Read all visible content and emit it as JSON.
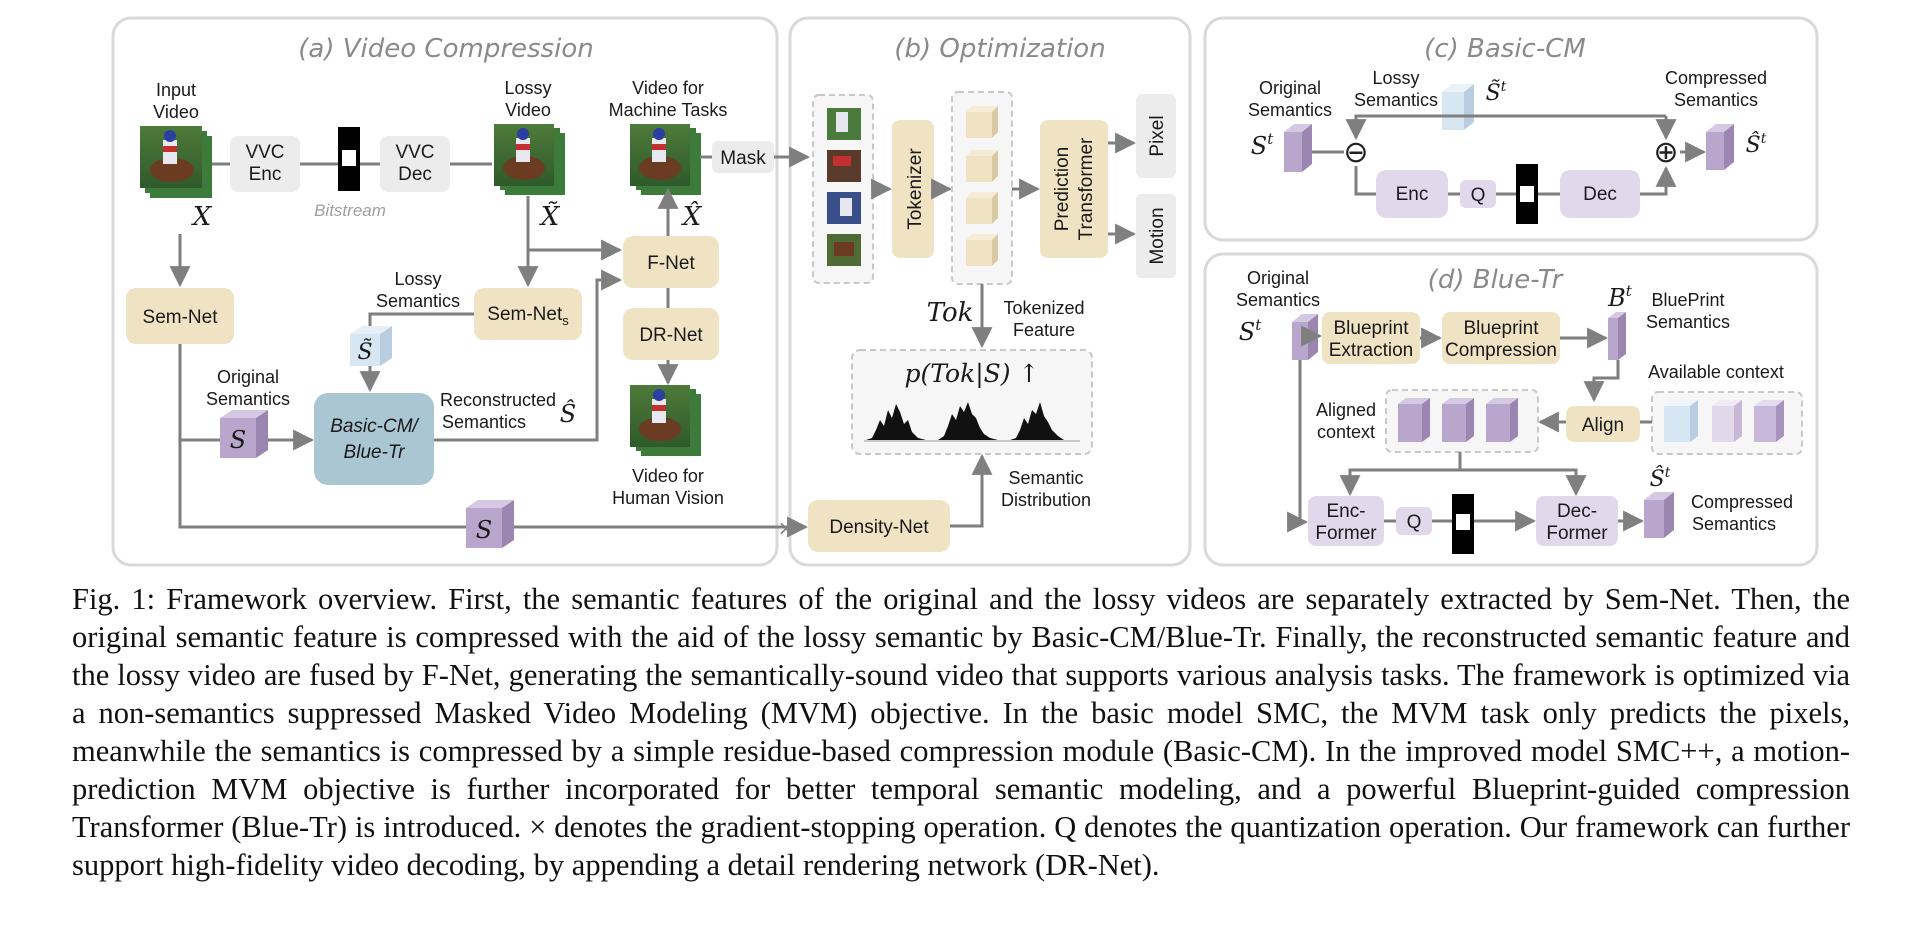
{
  "panels": {
    "a": {
      "title": "(a) Video Compression"
    },
    "b": {
      "title": "(b) Optimization"
    },
    "c": {
      "title": "(c) Basic-CM"
    },
    "d": {
      "title": "(d) Blue-Tr"
    }
  },
  "a": {
    "input_video": [
      "Input",
      "Video"
    ],
    "x": "X",
    "vvc_enc": [
      "VVC",
      "Enc"
    ],
    "vvc_dec": [
      "VVC",
      "Dec"
    ],
    "bitstream": "Bitstream",
    "lossy_video": [
      "Lossy",
      "Video"
    ],
    "x_tilde": "X̃",
    "video_machine": [
      "Video for",
      "Machine Tasks"
    ],
    "x_hat": "X̂",
    "mask": "Mask",
    "sem_net": "Sem-Net",
    "lossy_semantics": [
      "Lossy",
      "Semantics"
    ],
    "sem_net_s": "Sem-Net",
    "sem_net_s_sub": "s",
    "s_tilde": "S̃",
    "f_net": "F-Net",
    "dr_net": "DR-Net",
    "original_semantics": [
      "Original",
      "Semantics"
    ],
    "s": "S",
    "basic_cm": [
      "Basic-CM/",
      "Blue-Tr"
    ],
    "reconstructed_semantics": [
      "Reconstructed",
      "Semantics"
    ],
    "s_hat": "Ŝ",
    "video_human": [
      "Video for",
      "Human Vision"
    ],
    "s_bottom": "S",
    "density_net": "Density-Net",
    "cross": "×"
  },
  "b": {
    "tokenizer": "Tokenizer",
    "prediction_transformer": [
      "Prediction",
      "Transformer"
    ],
    "pixel": "Pixel",
    "motion": "Motion",
    "tok": "Tok",
    "tokenized_feature": [
      "Tokenized",
      "Feature"
    ],
    "prob": "p(Tok|S) ↑",
    "semantic_distribution": [
      "Semantic",
      "Distribution"
    ]
  },
  "c": {
    "original_semantics": [
      "Original",
      "Semantics"
    ],
    "s_t": "S",
    "sup_t": "t",
    "lossy_semantics": [
      "Lossy",
      "Semantics"
    ],
    "s_tilde_t": "S̃",
    "compressed_semantics": [
      "Compressed",
      "Semantics"
    ],
    "s_hat_t": "Ŝ",
    "minus": "⊖",
    "plus": "⊕",
    "enc": "Enc",
    "q": "Q",
    "dec": "Dec"
  },
  "d": {
    "original_semantics": [
      "Original",
      "Semantics"
    ],
    "s_t": "S",
    "sup_t": "t",
    "blueprint_extraction": [
      "Blueprint",
      "Extraction"
    ],
    "blueprint_compression": [
      "Blueprint",
      "Compression"
    ],
    "b_t": "B",
    "blueprint_semantics": [
      "BluePrint",
      "Semantics"
    ],
    "available_context": "Available context",
    "aligned_context": [
      "Aligned",
      "context"
    ],
    "align": "Align",
    "enc_former": [
      "Enc-",
      "Former"
    ],
    "q": "Q",
    "dec_former": [
      "Dec-",
      "Former"
    ],
    "s_hat_t": "Ŝ",
    "compressed_semantics": [
      "Compressed",
      "Semantics"
    ]
  },
  "caption": "Fig. 1: Framework overview. First, the semantic features of the original and the lossy videos are separately extracted by Sem-Net. Then, the original semantic feature is compressed with the aid of the lossy semantic by Basic-CM/Blue-Tr. Finally, the reconstructed semantic feature and the lossy video are fused by F-Net, generating the semantically-sound video that supports various analysis tasks. The framework is optimized via a non-semantics suppressed Masked Video Modeling (MVM) objective. In the basic model SMC, the MVM task only predicts the pixels, meanwhile the semantics is compressed by a simple residue-based compression module (Basic-CM). In the improved model SMC++, a motion-prediction MVM objective is further incorporated for better temporal semantic modeling, and a powerful Blueprint-guided compression Transformer (Blue-Tr) is introduced. × denotes the gradient-stopping operation. Q denotes the quantization operation. Our framework can further support high-fidelity video decoding, by appending a detail rendering network (DR-Net).",
  "colors": {
    "panel_border": "#d9d9d9",
    "beige": "#efe3c4",
    "gray_box": "#ececec",
    "lavender": "#e2d8ec",
    "cube_purple": "#b9a6cc",
    "cube_light_blue": "#d6e6f2",
    "teal_box": "#a9c6d2",
    "arrow": "#7f7f7f"
  }
}
